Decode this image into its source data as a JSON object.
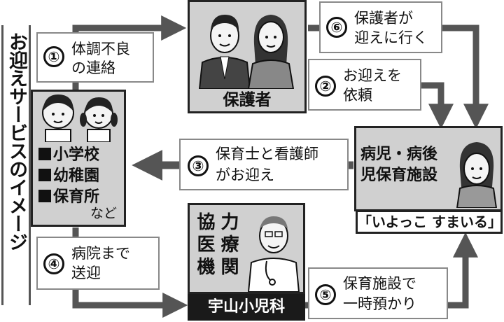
{
  "title": "お迎えサービスのイメージ",
  "nodes": {
    "guardians": {
      "label": "保護者"
    },
    "schools": {
      "lines": [
        "小学校",
        "幼稚園",
        "保育所"
      ],
      "suffix": "など"
    },
    "facility": {
      "lines": [
        "病児・病後",
        "児保育施設"
      ],
      "banner": "「いよっこ すまいる」"
    },
    "clinic": {
      "vertical_left": "協医機",
      "vertical_right": "力療関",
      "banner": "宇山小児科"
    }
  },
  "steps": [
    {
      "num": "①",
      "lines": [
        "体調不良",
        "の連絡"
      ]
    },
    {
      "num": "②",
      "lines": [
        "お迎えを",
        "依頼"
      ]
    },
    {
      "num": "③",
      "lines": [
        "保育士と看護師",
        "がお迎え"
      ]
    },
    {
      "num": "④",
      "lines": [
        "病院まで",
        "送迎"
      ]
    },
    {
      "num": "⑤",
      "lines": [
        "保育施設で",
        "一時預かり"
      ]
    },
    {
      "num": "⑥",
      "lines": [
        "保護者が",
        "迎えに行く"
      ]
    }
  ]
}
